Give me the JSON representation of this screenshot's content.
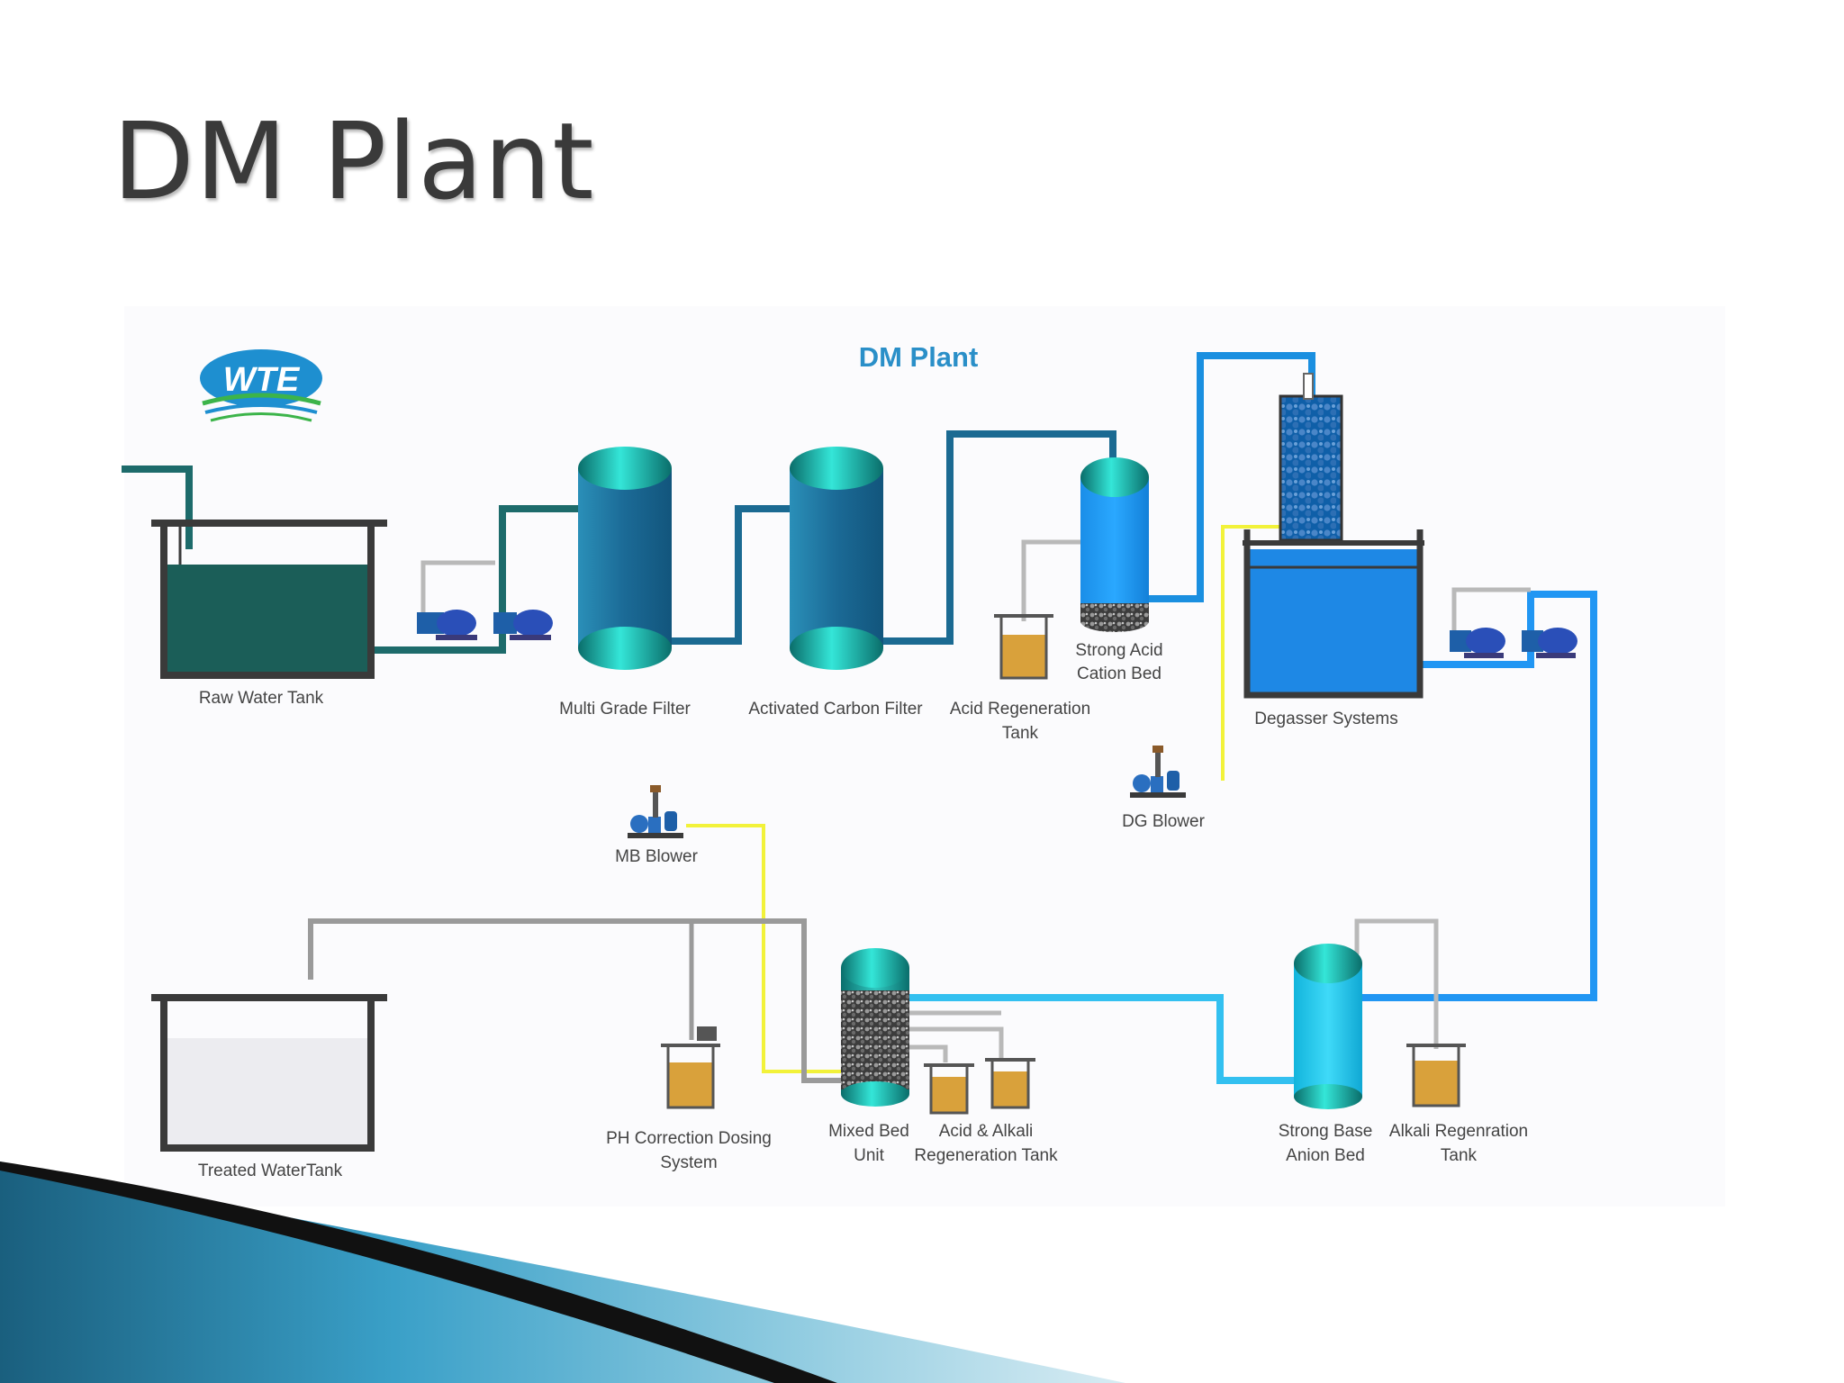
{
  "slide": {
    "title": "DM Plant"
  },
  "diagram": {
    "logo_text": "WTE",
    "title": "DM Plant",
    "labels": {
      "raw_water_tank": "Raw Water Tank",
      "multi_grade_filter": "Multi Grade Filter",
      "activated_carbon_filter": "Activated Carbon Filter",
      "acid_regeneration_tank": [
        "Acid Regeneration",
        "Tank"
      ],
      "strong_acid_cation_bed": [
        "Strong Acid",
        "Cation Bed"
      ],
      "degasser_systems": "Degasser Systems",
      "dg_blower": "DG Blower",
      "mb_blower": "MB Blower",
      "treated_water_tank": "Treated WaterTank",
      "ph_correction_dosing_system": [
        "PH Correction Dosing",
        "System"
      ],
      "mixed_bed_unit": [
        "Mixed Bed",
        "Unit"
      ],
      "acid_alkali_regeneration_tank": [
        "Acid & Alkali",
        "Regeneration Tank"
      ],
      "strong_base_anion_bed": [
        "Strong Base",
        "Anion Bed"
      ],
      "alkali_regeneration_tank": [
        "Alkali Regenration",
        "Tank"
      ]
    },
    "colors": {
      "raw_pipe": "#1d6b6b",
      "filter_pipe": "#1b6a92",
      "sac_pipe": "#1a8fe0",
      "blue_pipe": "#2196f3",
      "cyan_pipe": "#33c0f0",
      "air_pipe": "#f2f23a",
      "grey_pipe": "#9a9a9a",
      "raw_water": "#1b5e58",
      "degasser_water": "#1e88e5",
      "chemical": "#d9a13b",
      "treated_water": "#ececf0",
      "slide_accent": "#1a7fa8"
    }
  }
}
